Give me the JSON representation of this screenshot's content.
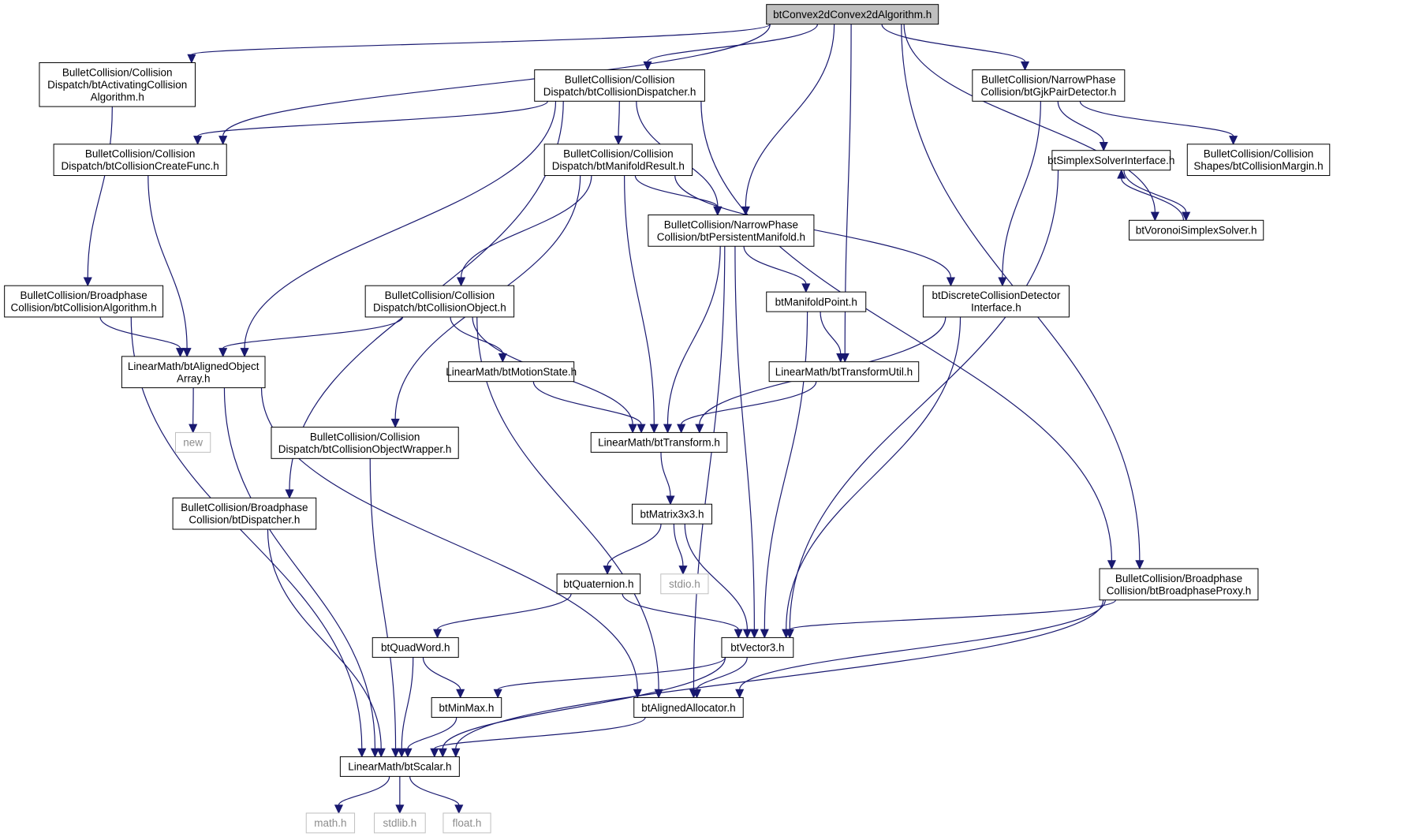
{
  "colors": {
    "edge": "#191970",
    "root_fill": "#bfbfbf",
    "external_stroke": "#bfbfbf",
    "external_text": "#8c8c8c"
  },
  "nodes": [
    {
      "id": "root",
      "kind": "root",
      "lines": [
        "btConvex2dConvex2dAlgorithm.h"
      ]
    },
    {
      "id": "activating",
      "kind": "local",
      "lines": [
        "BulletCollision/Collision",
        "Dispatch/btActivatingCollision",
        "Algorithm.h"
      ]
    },
    {
      "id": "dispatcher",
      "kind": "local",
      "lines": [
        "BulletCollision/Collision",
        "Dispatch/btCollisionDispatcher.h"
      ]
    },
    {
      "id": "gjk",
      "kind": "local",
      "lines": [
        "BulletCollision/NarrowPhase",
        "Collision/btGjkPairDetector.h"
      ]
    },
    {
      "id": "createfunc",
      "kind": "local",
      "lines": [
        "BulletCollision/Collision",
        "Dispatch/btCollisionCreateFunc.h"
      ]
    },
    {
      "id": "manifoldresult",
      "kind": "local",
      "lines": [
        "BulletCollision/Collision",
        "Dispatch/btManifoldResult.h"
      ]
    },
    {
      "id": "simplexiface",
      "kind": "local",
      "lines": [
        "btSimplexSolverInterface.h"
      ]
    },
    {
      "id": "margin",
      "kind": "local",
      "lines": [
        "BulletCollision/Collision",
        "Shapes/btCollisionMargin.h"
      ]
    },
    {
      "id": "persistent",
      "kind": "local",
      "lines": [
        "BulletCollision/NarrowPhase",
        "Collision/btPersistentManifold.h"
      ]
    },
    {
      "id": "voronoi",
      "kind": "local",
      "lines": [
        "btVoronoiSimplexSolver.h"
      ]
    },
    {
      "id": "algorithm",
      "kind": "local",
      "lines": [
        "BulletCollision/Broadphase",
        "Collision/btCollisionAlgorithm.h"
      ]
    },
    {
      "id": "object",
      "kind": "local",
      "lines": [
        "BulletCollision/Collision",
        "Dispatch/btCollisionObject.h"
      ]
    },
    {
      "id": "manifoldpoint",
      "kind": "local",
      "lines": [
        "btManifoldPoint.h"
      ]
    },
    {
      "id": "discrete",
      "kind": "local",
      "lines": [
        "btDiscreteCollisionDetector",
        "Interface.h"
      ]
    },
    {
      "id": "alignedarray",
      "kind": "local",
      "lines": [
        "LinearMath/btAlignedObject",
        "Array.h"
      ]
    },
    {
      "id": "motionstate",
      "kind": "local",
      "lines": [
        "LinearMath/btMotionState.h"
      ]
    },
    {
      "id": "transformutil",
      "kind": "local",
      "lines": [
        "LinearMath/btTransformUtil.h"
      ]
    },
    {
      "id": "new",
      "kind": "external",
      "lines": [
        "new"
      ]
    },
    {
      "id": "objectwrapper",
      "kind": "local",
      "lines": [
        "BulletCollision/Collision",
        "Dispatch/btCollisionObjectWrapper.h"
      ]
    },
    {
      "id": "transform",
      "kind": "local",
      "lines": [
        "LinearMath/btTransform.h"
      ]
    },
    {
      "id": "btdispatcher",
      "kind": "local",
      "lines": [
        "BulletCollision/Broadphase",
        "Collision/btDispatcher.h"
      ]
    },
    {
      "id": "matrix",
      "kind": "local",
      "lines": [
        "btMatrix3x3.h"
      ]
    },
    {
      "id": "quaternion",
      "kind": "local",
      "lines": [
        "btQuaternion.h"
      ]
    },
    {
      "id": "stdio",
      "kind": "external",
      "lines": [
        "stdio.h"
      ]
    },
    {
      "id": "proxy",
      "kind": "local",
      "lines": [
        "BulletCollision/Broadphase",
        "Collision/btBroadphaseProxy.h"
      ]
    },
    {
      "id": "quadword",
      "kind": "local",
      "lines": [
        "btQuadWord.h"
      ]
    },
    {
      "id": "vector3",
      "kind": "local",
      "lines": [
        "btVector3.h"
      ]
    },
    {
      "id": "minmax",
      "kind": "local",
      "lines": [
        "btMinMax.h"
      ]
    },
    {
      "id": "allocator",
      "kind": "local",
      "lines": [
        "btAlignedAllocator.h"
      ]
    },
    {
      "id": "scalar",
      "kind": "local",
      "lines": [
        "LinearMath/btScalar.h"
      ]
    },
    {
      "id": "math",
      "kind": "external",
      "lines": [
        "math.h"
      ]
    },
    {
      "id": "stdlib",
      "kind": "external",
      "lines": [
        "stdlib.h"
      ]
    },
    {
      "id": "float",
      "kind": "external",
      "lines": [
        "float.h"
      ]
    }
  ],
  "edges": [
    [
      "root",
      "activating"
    ],
    [
      "root",
      "dispatcher"
    ],
    [
      "root",
      "gjk"
    ],
    [
      "root",
      "createfunc"
    ],
    [
      "root",
      "persistent"
    ],
    [
      "root",
      "transformutil"
    ],
    [
      "root",
      "voronoi"
    ],
    [
      "root",
      "proxy"
    ],
    [
      "activating",
      "algorithm"
    ],
    [
      "dispatcher",
      "createfunc"
    ],
    [
      "dispatcher",
      "alignedarray"
    ],
    [
      "dispatcher",
      "btdispatcher"
    ],
    [
      "dispatcher",
      "manifoldresult"
    ],
    [
      "dispatcher",
      "persistent"
    ],
    [
      "dispatcher",
      "proxy"
    ],
    [
      "gjk",
      "simplexiface"
    ],
    [
      "gjk",
      "margin"
    ],
    [
      "gjk",
      "discrete"
    ],
    [
      "createfunc",
      "alignedarray"
    ],
    [
      "manifoldresult",
      "objectwrapper"
    ],
    [
      "manifoldresult",
      "object"
    ],
    [
      "manifoldresult",
      "transform"
    ],
    [
      "manifoldresult",
      "persistent"
    ],
    [
      "manifoldresult",
      "discrete"
    ],
    [
      "simplexiface",
      "voronoi"
    ],
    [
      "simplexiface",
      "vector3"
    ],
    [
      "voronoi",
      "simplexiface"
    ],
    [
      "persistent",
      "transform"
    ],
    [
      "persistent",
      "manifoldpoint"
    ],
    [
      "persistent",
      "vector3"
    ],
    [
      "persistent",
      "allocator"
    ],
    [
      "algorithm",
      "alignedarray"
    ],
    [
      "algorithm",
      "scalar"
    ],
    [
      "object",
      "alignedarray"
    ],
    [
      "object",
      "motionstate"
    ],
    [
      "object",
      "transform"
    ],
    [
      "object",
      "allocator"
    ],
    [
      "manifoldpoint",
      "transformutil"
    ],
    [
      "manifoldpoint",
      "vector3"
    ],
    [
      "discrete",
      "transform"
    ],
    [
      "discrete",
      "vector3"
    ],
    [
      "alignedarray",
      "new"
    ],
    [
      "alignedarray",
      "scalar"
    ],
    [
      "alignedarray",
      "allocator"
    ],
    [
      "motionstate",
      "transform"
    ],
    [
      "transformutil",
      "transform"
    ],
    [
      "objectwrapper",
      "scalar"
    ],
    [
      "transform",
      "matrix"
    ],
    [
      "btdispatcher",
      "scalar"
    ],
    [
      "matrix",
      "quaternion"
    ],
    [
      "matrix",
      "stdio"
    ],
    [
      "matrix",
      "vector3"
    ],
    [
      "quaternion",
      "quadword"
    ],
    [
      "quaternion",
      "vector3"
    ],
    [
      "proxy",
      "vector3"
    ],
    [
      "proxy",
      "allocator"
    ],
    [
      "proxy",
      "scalar"
    ],
    [
      "quadword",
      "minmax"
    ],
    [
      "quadword",
      "scalar"
    ],
    [
      "vector3",
      "minmax"
    ],
    [
      "vector3",
      "allocator"
    ],
    [
      "vector3",
      "scalar"
    ],
    [
      "minmax",
      "scalar"
    ],
    [
      "allocator",
      "scalar"
    ],
    [
      "scalar",
      "math"
    ],
    [
      "scalar",
      "stdlib"
    ],
    [
      "scalar",
      "float"
    ]
  ]
}
